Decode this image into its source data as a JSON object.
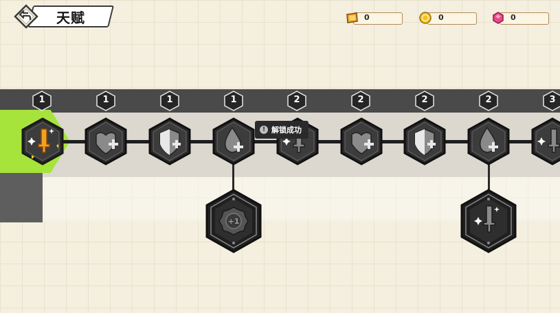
{
  "header": {
    "title": "天赋"
  },
  "currencies": [
    {
      "name": "ticket",
      "icon": "ticket-icon",
      "value": "0",
      "color": "#f0a42a"
    },
    {
      "name": "gold-coin",
      "icon": "coin-icon",
      "value": "0",
      "color": "#f3c21f"
    },
    {
      "name": "gem",
      "icon": "gem-icon",
      "value": "0",
      "color": "#e84a8a"
    }
  ],
  "track": {
    "label": "",
    "accent_color": "#a6e43c",
    "nodes": [
      {
        "level": "1",
        "icon": "sword-sparkle-icon",
        "state": "unlocked"
      },
      {
        "level": "1",
        "icon": "heart-plus-icon",
        "state": "locked"
      },
      {
        "level": "1",
        "icon": "shield-plus-icon",
        "state": "locked"
      },
      {
        "level": "1",
        "icon": "drop-plus-icon",
        "state": "locked"
      },
      {
        "level": "2",
        "icon": "sword-sparkle-icon",
        "state": "locked"
      },
      {
        "level": "2",
        "icon": "heart-plus-icon",
        "state": "locked"
      },
      {
        "level": "2",
        "icon": "shield-plus-icon",
        "state": "locked"
      },
      {
        "level": "2",
        "icon": "drop-plus-icon",
        "state": "locked"
      },
      {
        "level": "3",
        "icon": "sword-sparkle-icon",
        "state": "locked"
      }
    ],
    "branches": [
      {
        "parent_index": 3,
        "icon": "gear-plus-one-icon",
        "text": "+1"
      },
      {
        "parent_index": 7,
        "icon": "sword-sparkle-icon"
      }
    ]
  },
  "toast": {
    "text": "解锁成功",
    "icon": "info-icon",
    "glyph": "!"
  }
}
